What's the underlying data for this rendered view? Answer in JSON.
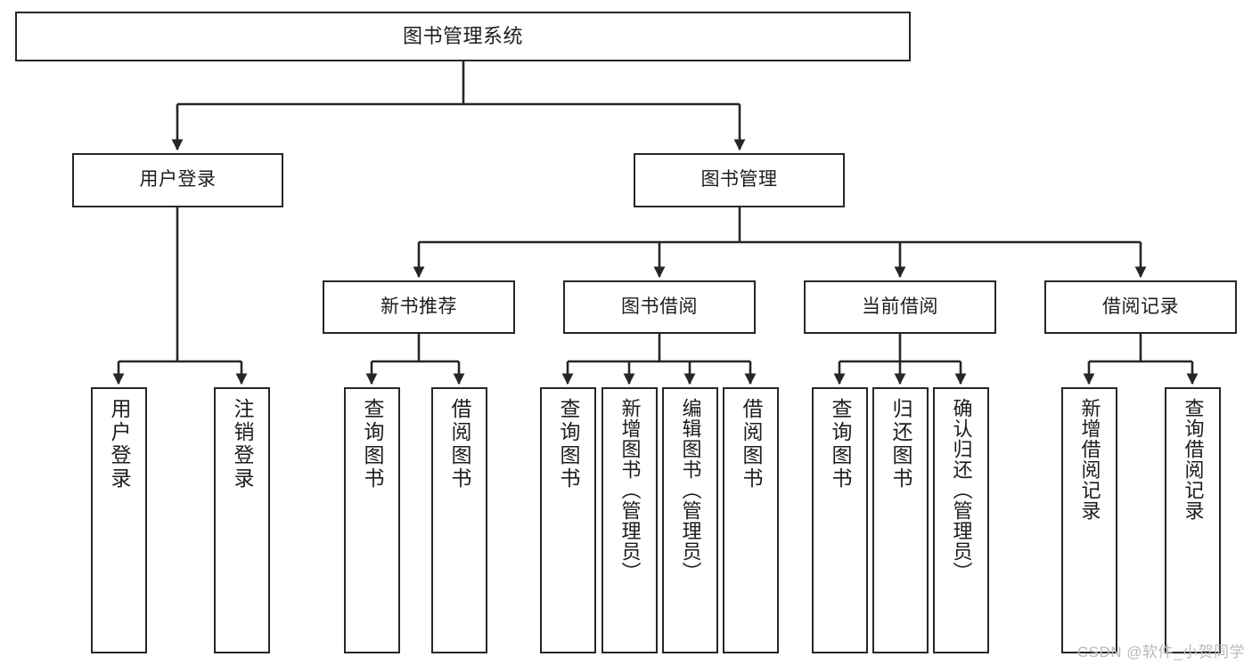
{
  "diagram": {
    "title": "图书管理系统",
    "watermark": "CSDN @软件_小贺同学",
    "stroke_color": "#262626",
    "fill_color": "#ffffff",
    "text_color": "#1d1d1d",
    "watermark_color": "#b9b9b9",
    "type": "tree-hierarchy-chart",
    "levels": 4
  },
  "nodes": {
    "root": {
      "label": "图书管理系统"
    },
    "level2": [
      {
        "label": "用户登录"
      },
      {
        "label": "图书管理"
      }
    ],
    "level3": [
      {
        "label": "新书推荐"
      },
      {
        "label": "图书借阅"
      },
      {
        "label": "当前借阅"
      },
      {
        "label": "借阅记录"
      }
    ],
    "leaves_user_login": [
      {
        "label": "用户登录"
      },
      {
        "label": "注销登录"
      }
    ],
    "leaves_new_book": [
      {
        "label": "查询图书"
      },
      {
        "label": "借阅图书"
      }
    ],
    "leaves_borrow": [
      {
        "label": "查询图书"
      },
      {
        "label": "新增图书（管理员）"
      },
      {
        "label": "编辑图书（管理员）"
      },
      {
        "label": "借阅图书"
      }
    ],
    "leaves_current": [
      {
        "label": "查询图书"
      },
      {
        "label": "归还图书"
      },
      {
        "label": "确认归还（管理员）"
      }
    ],
    "leaves_records": [
      {
        "label": "新增借阅记录"
      },
      {
        "label": "查询借阅记录"
      }
    ]
  }
}
